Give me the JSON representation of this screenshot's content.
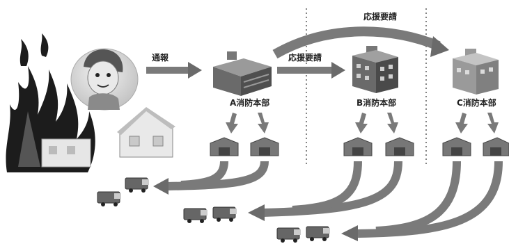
{
  "labels": {
    "report": "通報",
    "request_upper": "応援要請",
    "request_lower": "応援要請",
    "hq_a": "A消防本部",
    "hq_b": "B消防本部",
    "hq_c": "C消防本部"
  },
  "colors": {
    "arrow": "#7a7a7a",
    "arrow_dark": "#555555",
    "fire": "#1c1c1c",
    "building": "#8c8c8c",
    "building_dark": "#4a4a4a",
    "background": "#ffffff"
  },
  "icons": {
    "fire": "fire-icon",
    "caller": "caller-icon",
    "house": "house-icon",
    "headquarters": "headquarters-icon",
    "station": "fire-station-icon",
    "engine": "fire-engine-icon"
  }
}
